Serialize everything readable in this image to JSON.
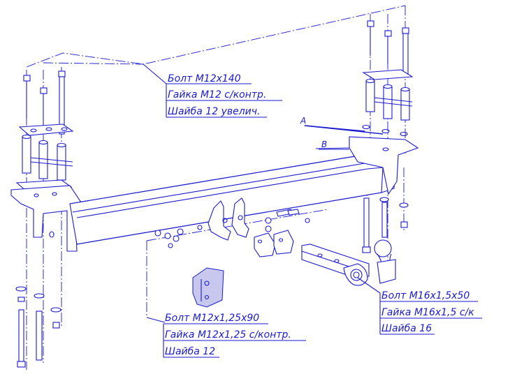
{
  "callouts": {
    "top_left": {
      "line1": "Болт М12х140",
      "line2": "Гайка М12 с/контр.",
      "line3": "Шайба 12 увелич."
    },
    "bottom_center": {
      "line1": "Болт М12х1,25х90",
      "line2": "Гайка М12х1,25 с/контр.",
      "line3": "Шайба 12"
    },
    "bottom_right": {
      "line1": "Болт М16х1,5х50",
      "line2": "Гайка М16х1,5 с/к",
      "line3": "Шайба 16"
    },
    "label_a": "A",
    "label_b": "B"
  },
  "colors": {
    "line": "#1a1ad0",
    "background": "#ffffff"
  }
}
